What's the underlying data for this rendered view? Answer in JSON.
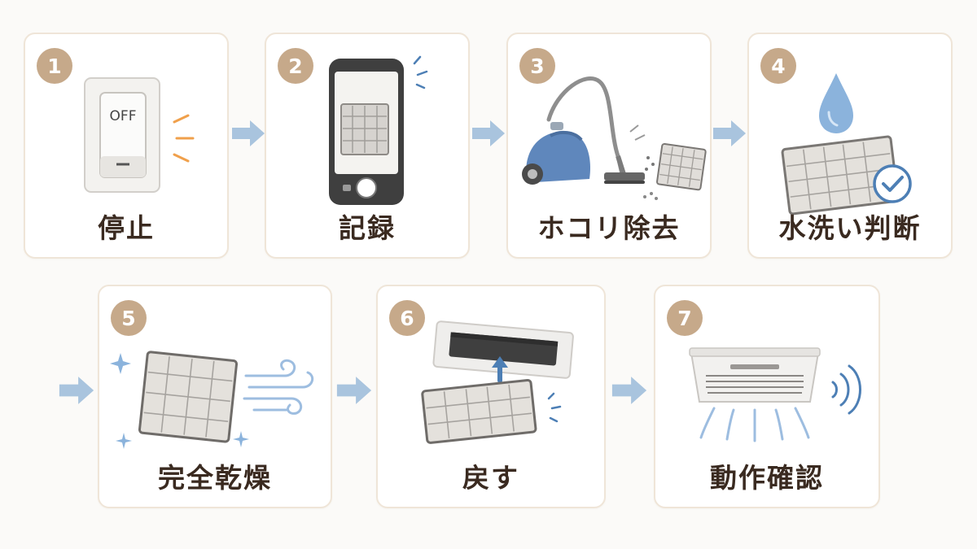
{
  "steps": [
    {
      "number": "1",
      "label": "停止",
      "switch_text": "OFF"
    },
    {
      "number": "2",
      "label": "記録"
    },
    {
      "number": "3",
      "label": "ホコリ除去"
    },
    {
      "number": "4",
      "label": "水洗い判断"
    },
    {
      "number": "5",
      "label": "完全乾燥"
    },
    {
      "number": "6",
      "label": "戻す"
    },
    {
      "number": "7",
      "label": "動作確認"
    }
  ],
  "colors": {
    "badge": "#c6a98a",
    "card_border": "#efe5d8",
    "arrow": "#a9c4de",
    "label_text": "#3a2a20",
    "accent_orange": "#f0a04b",
    "accent_blue": "#4d7fb5"
  },
  "icons": [
    "power-switch-icon",
    "smartphone-camera-icon",
    "vacuum-cleaner-icon",
    "water-drop-filter-icon",
    "drying-filter-icon",
    "filter-reinstall-icon",
    "air-conditioner-icon",
    "check-circle-icon",
    "flow-arrow-icon"
  ]
}
